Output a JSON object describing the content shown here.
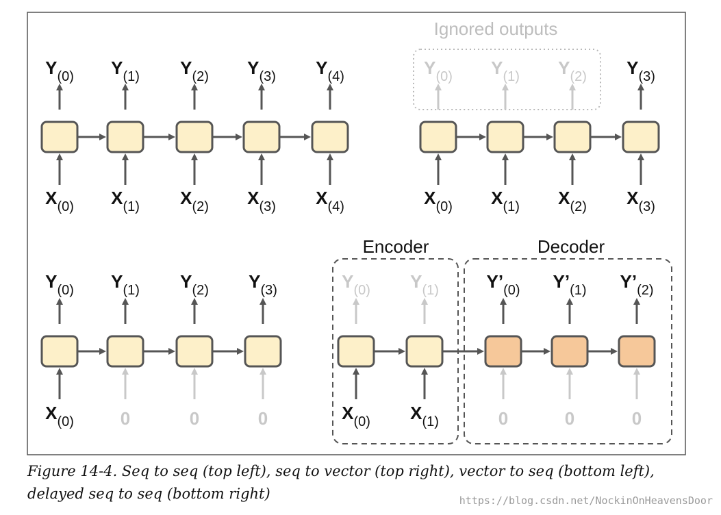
{
  "ignored_title": "Ignored outputs",
  "encoder_title": "Encoder",
  "decoder_title": "Decoder",
  "caption": {
    "line1": "Figure 14-4. Seq to seq (top left), seq to vector (top right), vector to seq (bottom left),",
    "line2": "delayed seq to seq (bottom right)"
  },
  "watermark": "https://blog.csdn.net/NockinOnHeavensDoor",
  "colors": {
    "cell_fill": "#fdf0c9",
    "decoder_fill": "#f6c89a",
    "outline": "#555555",
    "faded": "#c8c8c8",
    "text": "#111111"
  },
  "diagrams": {
    "top_left": {
      "outputs": [
        [
          "Y",
          "(0)"
        ],
        [
          "Y",
          "(1)"
        ],
        [
          "Y",
          "(2)"
        ],
        [
          "Y",
          "(3)"
        ],
        [
          "Y",
          "(4)"
        ]
      ],
      "inputs": [
        [
          "X",
          "(0)"
        ],
        [
          "X",
          "(1)"
        ],
        [
          "X",
          "(2)"
        ],
        [
          "X",
          "(3)"
        ],
        [
          "X",
          "(4)"
        ]
      ]
    },
    "top_right": {
      "ignored_outputs": [
        [
          "Y",
          "(0)"
        ],
        [
          "Y",
          "(1)"
        ],
        [
          "Y",
          "(2)"
        ]
      ],
      "output": [
        "Y",
        "(3)"
      ],
      "inputs": [
        [
          "X",
          "(0)"
        ],
        [
          "X",
          "(1)"
        ],
        [
          "X",
          "(2)"
        ],
        [
          "X",
          "(3)"
        ]
      ]
    },
    "bottom_left": {
      "outputs": [
        [
          "Y",
          "(0)"
        ],
        [
          "Y",
          "(1)"
        ],
        [
          "Y",
          "(2)"
        ],
        [
          "Y",
          "(3)"
        ]
      ],
      "input": [
        "X",
        "(0)"
      ],
      "zero_inputs": [
        "0",
        "0",
        "0"
      ]
    },
    "bottom_right": {
      "encoder_outputs": [
        [
          "Y",
          "(0)"
        ],
        [
          "Y",
          "(1)"
        ]
      ],
      "encoder_inputs": [
        [
          "X",
          "(0)"
        ],
        [
          "X",
          "(1)"
        ]
      ],
      "decoder_outputs": [
        [
          "Y’",
          "(0)"
        ],
        [
          "Y’",
          "(1)"
        ],
        [
          "Y’",
          "(2)"
        ]
      ],
      "decoder_inputs": [
        "0",
        "0",
        "0"
      ]
    }
  }
}
